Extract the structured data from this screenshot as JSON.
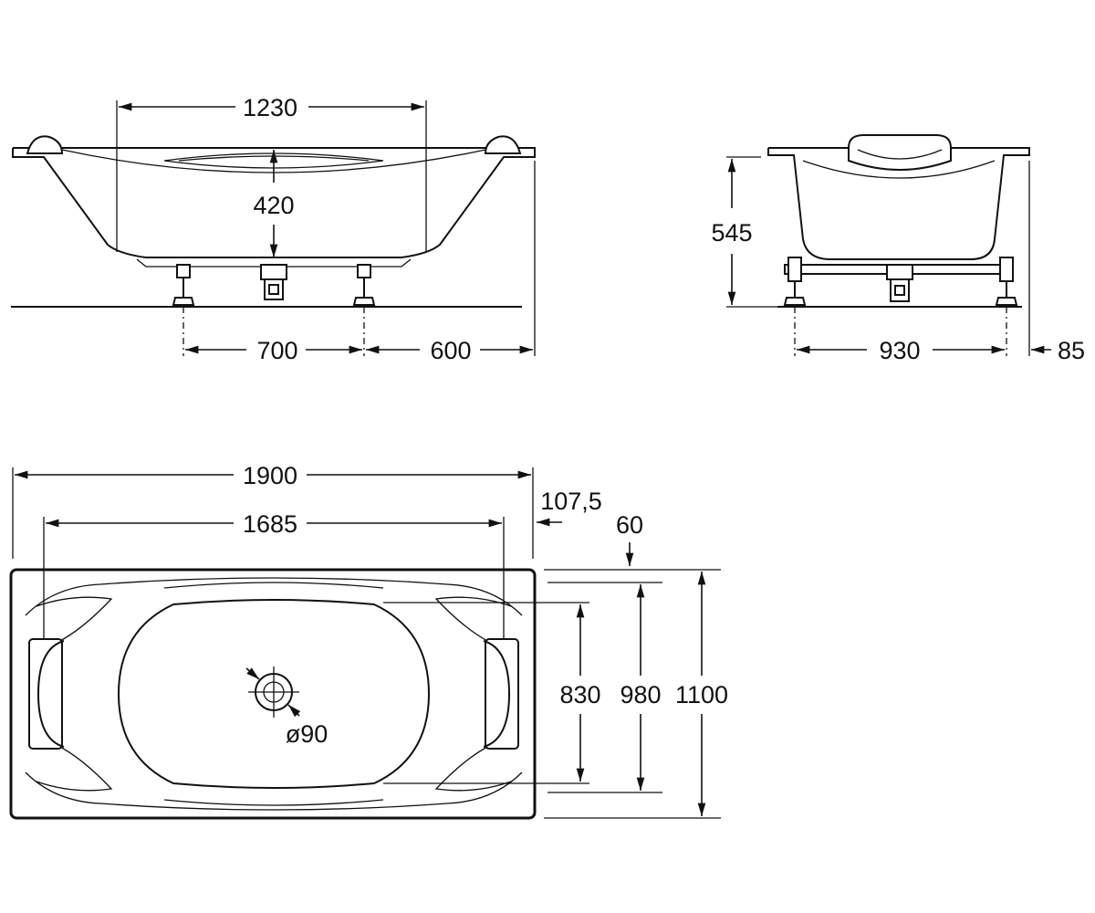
{
  "dimensions": {
    "side_inner_length": "1230",
    "side_depth": "420",
    "side_leg_spacing": "700",
    "side_leg_offset": "600",
    "end_height": "545",
    "end_leg_spacing": "930",
    "end_rim_offset": "85",
    "plan_outer_length": "1900",
    "plan_inner_length": "1685",
    "plan_end_offset": "107,5",
    "plan_side_offset": "60",
    "plan_inner_width": "830",
    "plan_mid_width": "980",
    "plan_outer_width": "1100",
    "drain_diameter": "ø90"
  }
}
